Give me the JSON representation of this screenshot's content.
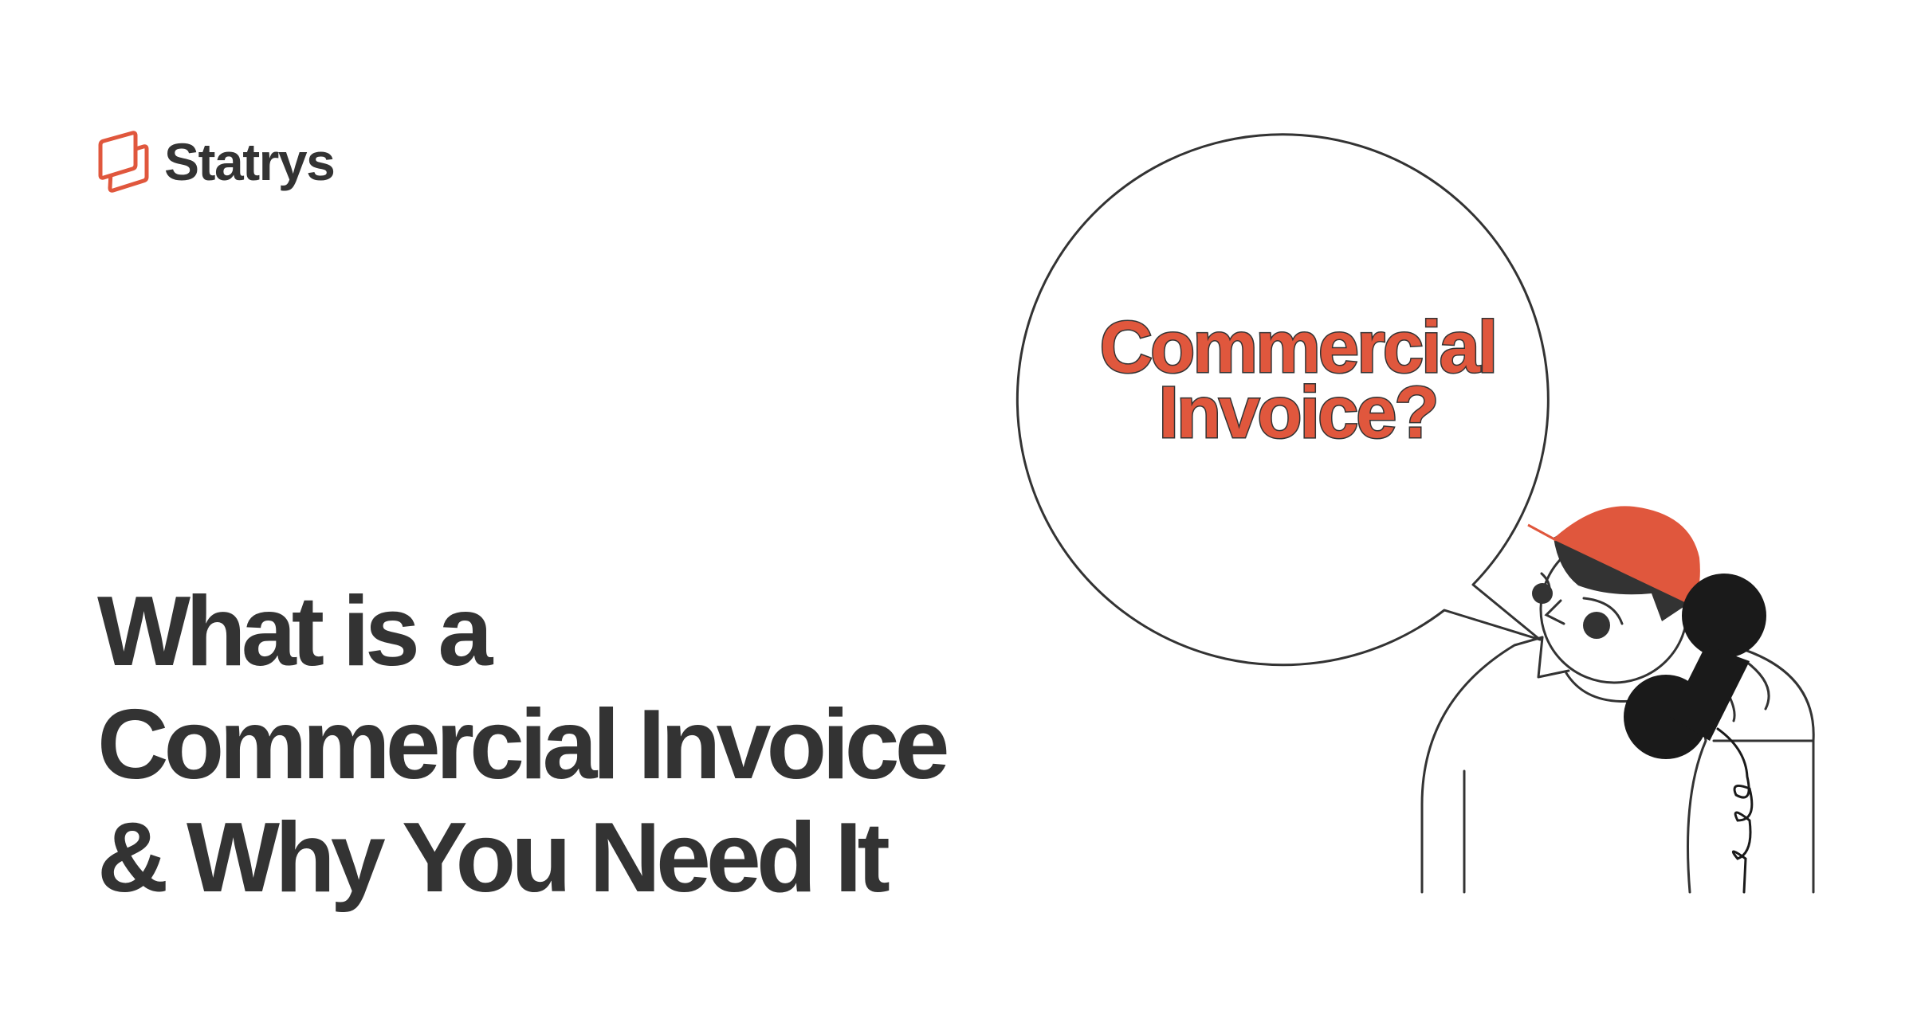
{
  "brand": {
    "name": "Statrys",
    "icon": "stacked-cards-logo-icon",
    "color": "#E0573D"
  },
  "headline": {
    "lines": [
      "What is a",
      "Commercial Invoice",
      "& Why You Need It"
    ],
    "color": "#333333"
  },
  "illustration": {
    "speech_bubble": {
      "lines": [
        "Commercial",
        "Invoice?"
      ],
      "text_color": "#E0573D",
      "outline_color": "#333333"
    },
    "character": "person-on-phone-with-red-cap",
    "accent_color": "#E0573D",
    "ink_color": "#333333",
    "phone_color": "#1A1A1A"
  }
}
